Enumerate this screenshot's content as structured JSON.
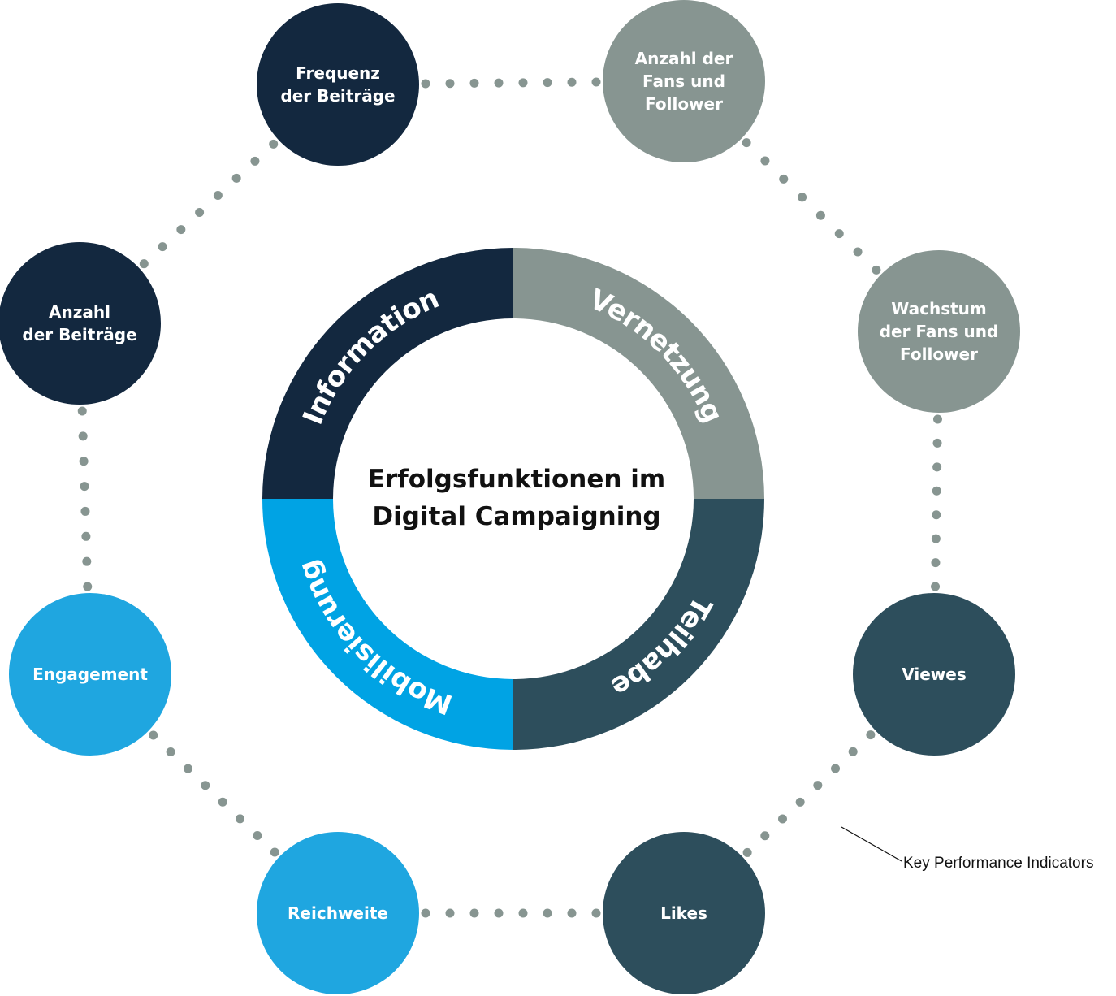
{
  "center": {
    "title_line1": "Erfolgsfunktionen im",
    "title_line2": "Digital Campaigning"
  },
  "ring_segments": [
    {
      "label": "Information",
      "color": "#13283f"
    },
    {
      "label": "Vernetzung",
      "color": "#879591"
    },
    {
      "label": "Teilhabe",
      "color": "#2d4e5c"
    },
    {
      "label": "Mobilisierung",
      "color": "#00a3e4"
    }
  ],
  "kpis": [
    {
      "lines": [
        "Frequenz",
        "der Beiträge"
      ],
      "color": "#13283f"
    },
    {
      "lines": [
        "Anzahl der",
        "Fans und",
        "Follower"
      ],
      "color": "#879591"
    },
    {
      "lines": [
        "Wachstum",
        "der Fans und",
        "Follower"
      ],
      "color": "#879591"
    },
    {
      "lines": [
        "Viewes"
      ],
      "color": "#2d4e5c"
    },
    {
      "lines": [
        "Likes"
      ],
      "color": "#2d4e5c"
    },
    {
      "lines": [
        "Reichweite"
      ],
      "color": "#1fa6e0"
    },
    {
      "lines": [
        "Engagement"
      ],
      "color": "#1fa6e0"
    },
    {
      "lines": [
        "Anzahl",
        "der Beiträge"
      ],
      "color": "#13283f"
    }
  ],
  "dot_color": "#879591",
  "annotation": {
    "label": "Key Performance Indicators"
  }
}
